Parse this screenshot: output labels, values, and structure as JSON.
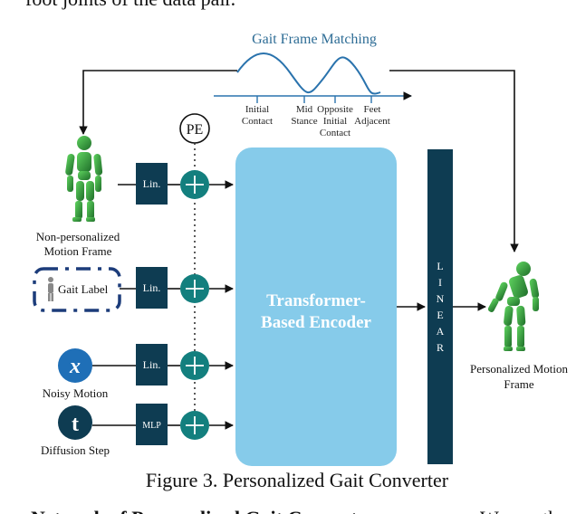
{
  "top_cut_text": "foot joints of the data pair.",
  "bottom_cut_text": "Network of Personalized Gait Converter.",
  "bottom_cut_tail": "We use th",
  "gait_matching": {
    "title": "Gait Frame Matching",
    "phases": [
      {
        "lines": [
          "Initial",
          "Contact"
        ]
      },
      {
        "lines": [
          "Mid",
          "Stance"
        ]
      },
      {
        "lines": [
          "Opposite",
          "Initial",
          "Contact"
        ]
      },
      {
        "lines": [
          "Feet",
          "Adjacent"
        ]
      }
    ]
  },
  "pe_label": "PE",
  "inputs": {
    "motion_frame": [
      "Non-personalized",
      "Motion Frame"
    ],
    "gait_label": "Gait Label",
    "noisy_motion": {
      "symbol": "x",
      "label": "Noisy Motion"
    },
    "diffusion_step": {
      "symbol": "t",
      "label": "Diffusion Step"
    }
  },
  "layers": {
    "lin": "Lin.",
    "mlp": "MLP"
  },
  "encoder": [
    "Transformer-",
    "Based Encoder"
  ],
  "linear_letters": [
    "L",
    "I",
    "N",
    "E",
    "A",
    "R"
  ],
  "output": [
    "Personalized Motion",
    "Frame"
  ],
  "caption": "Figure 3. Personalized Gait Converter",
  "colors": {
    "dark_teal": "#0e3c52",
    "add_circle": "#137f7e",
    "encoder": "#86cbea",
    "input_circle": "#1f6fb7",
    "figure_green": "#3a9a3a"
  }
}
